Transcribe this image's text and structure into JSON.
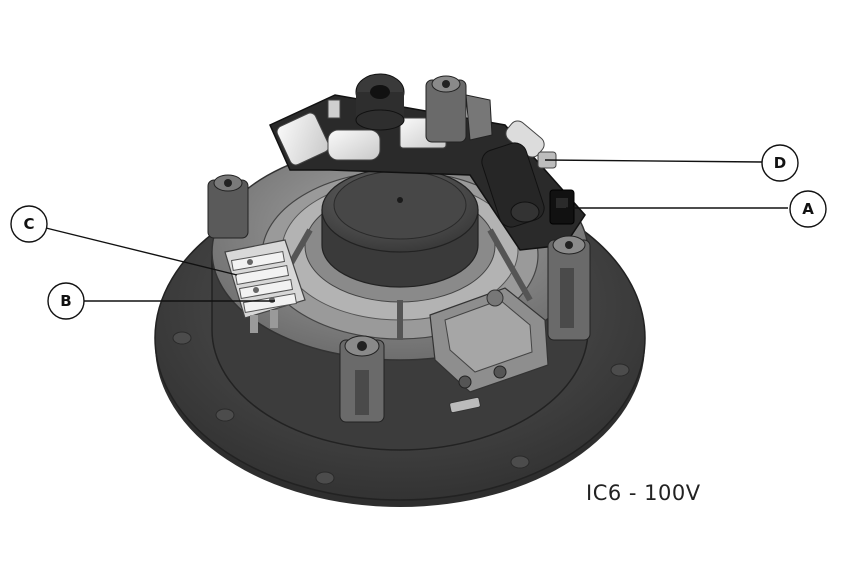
{
  "model_label": "IC6 - 100V",
  "callouts": {
    "a": "A",
    "b": "B",
    "c": "C",
    "d": "D"
  },
  "colors": {
    "body_dark": "#3f3f3f",
    "body_mid": "#555555",
    "surface_light": "#8c8c8c",
    "component_white": "#eeeeee",
    "outline": "#222222"
  }
}
